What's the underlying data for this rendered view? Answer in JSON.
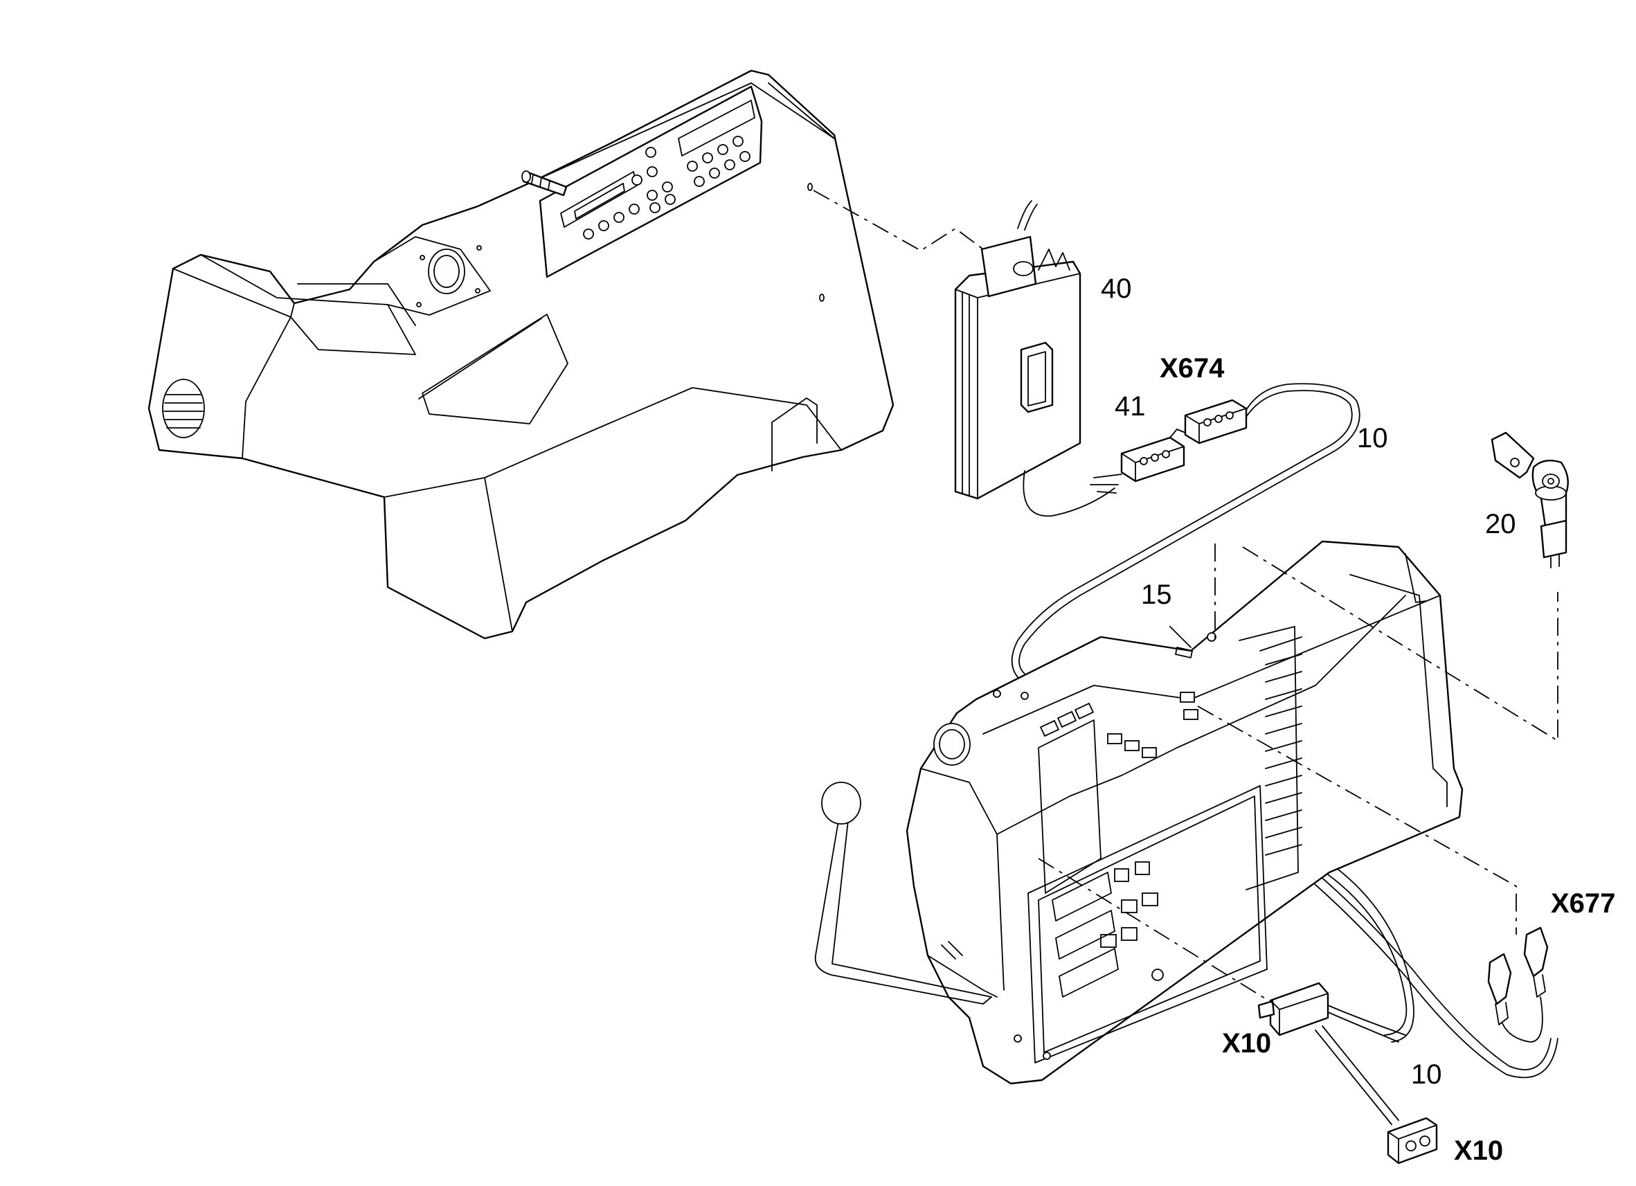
{
  "callouts": {
    "c40": "40",
    "x674": "X674",
    "c41": "41",
    "c10_top": "10",
    "c20": "20",
    "c15": "15",
    "x677": "X677",
    "x10_left": "X10",
    "c10_bottom": "10",
    "x10_bottom": "X10"
  },
  "icons": [
    "console-housing",
    "control-panel",
    "gear-shift-lever",
    "control-unit-module",
    "connector-plug",
    "wiring-harness",
    "key-switch",
    "electronics-box",
    "joystick-lever",
    "flat-connector"
  ]
}
